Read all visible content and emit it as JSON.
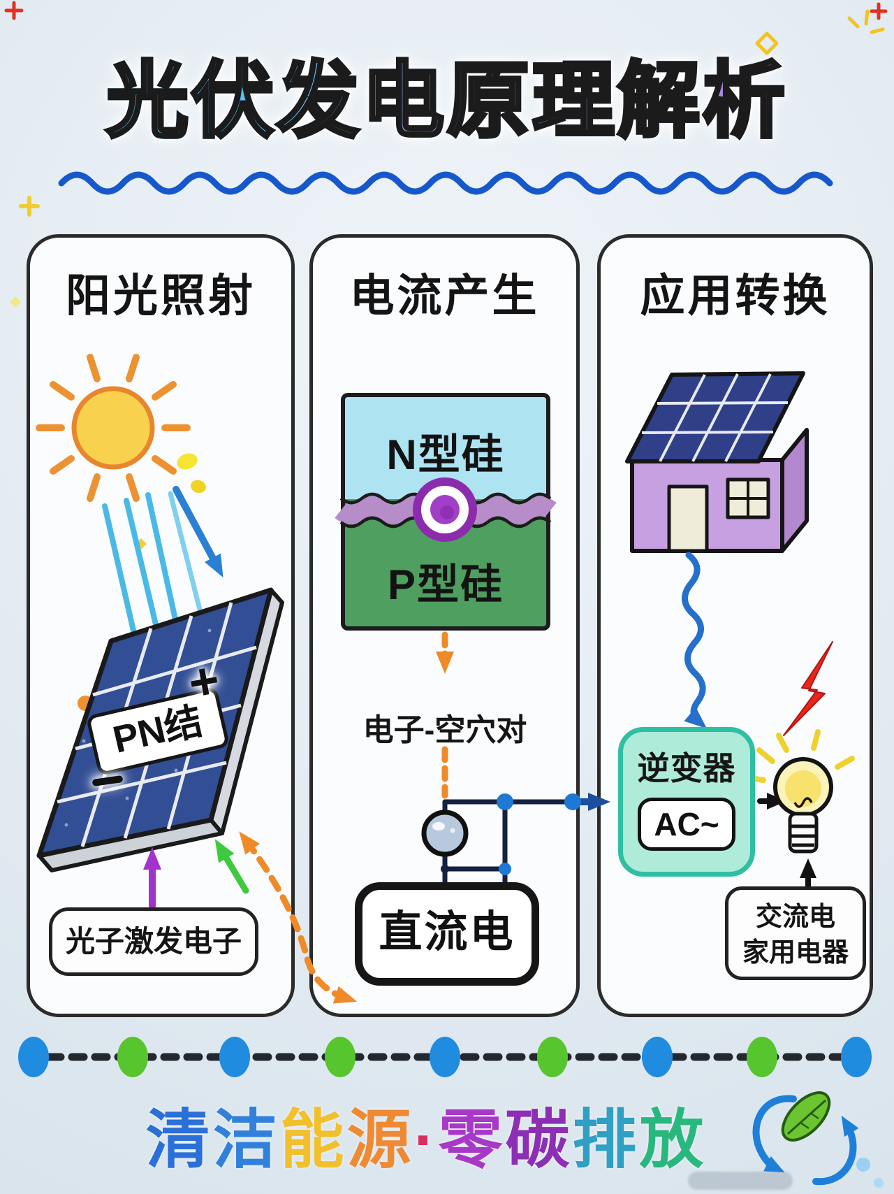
{
  "title": "光伏发电原理解析",
  "panels": [
    {
      "header": "阳光照射",
      "pn_junction": "PN结",
      "plus": "+",
      "photon_label": "光子激发电子"
    },
    {
      "header": "电流产生",
      "n_layer": "N型硅",
      "p_layer": "P型硅",
      "pair_label": "电子-空穴对",
      "dc_label": "直流电"
    },
    {
      "header": "应用转换",
      "inverter_label": "逆变器",
      "ac_label": "AC~",
      "appliance_line1": "交流电",
      "appliance_line2": "家用电器"
    }
  ],
  "slogan": {
    "segments": [
      {
        "text": "清",
        "color": "#2b6fd8"
      },
      {
        "text": "洁",
        "color": "#3181dc"
      },
      {
        "text": "能",
        "color": "#f2c02c"
      },
      {
        "text": "源",
        "color": "#ee8a33"
      },
      {
        "text": "·",
        "color": "#d63060"
      },
      {
        "text": "零",
        "color": "#a838c8"
      },
      {
        "text": "碳",
        "color": "#8c2fb4"
      },
      {
        "text": "排",
        "color": "#2f9fc4"
      },
      {
        "text": "放",
        "color": "#28b87e"
      }
    ]
  },
  "divider_dots": {
    "count": 9,
    "colors": [
      "#1f8ce0",
      "#57c52e",
      "#1f8ce0",
      "#57c52e",
      "#1f8ce0",
      "#57c52e",
      "#1f8ce0",
      "#57c52e",
      "#1f8ce0"
    ]
  },
  "icons": [
    "sun-icon",
    "solar-panel-icon",
    "pn-junction-ring-icon",
    "electron-icon",
    "house-icon",
    "light-bulb-icon",
    "lightning-icon",
    "recycle-leaf-icon",
    "sparkle-icon"
  ],
  "colors": {
    "ink": "#1a1a1a",
    "panelborder": "#2b2b2b",
    "titlefrom": "#4ec9f5",
    "titlemid": "#8fa0ee",
    "titleto": "#bb7ce6",
    "waveblue": "#1658cc",
    "sunfill": "#f8d24e",
    "sunstroke": "#e8862d",
    "rayorange": "#ec9231",
    "lightray": "#49b9e6",
    "arrowblue": "#2a80d2",
    "cellblue": "#324e94",
    "edgegrey": "#cdd2d9",
    "purple": "#a233cc",
    "green": "#3fc93f",
    "orange": "#f08a28",
    "nblue": "#aee3f2",
    "pgreen": "#4f9f60",
    "junction": "#b68cc9",
    "ring": "#8c2cad",
    "wire": "#14213f",
    "nodeblue": "#1e78d4",
    "navyarrow": "#1d4f9e",
    "wall": "#c7a0e2",
    "sidewall": "#b288cf",
    "roof": "#2f4088",
    "door": "#efecda",
    "royal": "#2470cc",
    "inverterbg": "#aeebd8",
    "inverterborder": "#2fbfa2",
    "bulbglass": "#fbf3b8",
    "bulbinner": "#f7e065",
    "bulbray": "#f0d02c",
    "bolt": "#e8261c",
    "dash": "#23282e",
    "leaf": "#6cc430",
    "leafdark": "#235c12",
    "cycleblue": "#1e7fd8"
  }
}
